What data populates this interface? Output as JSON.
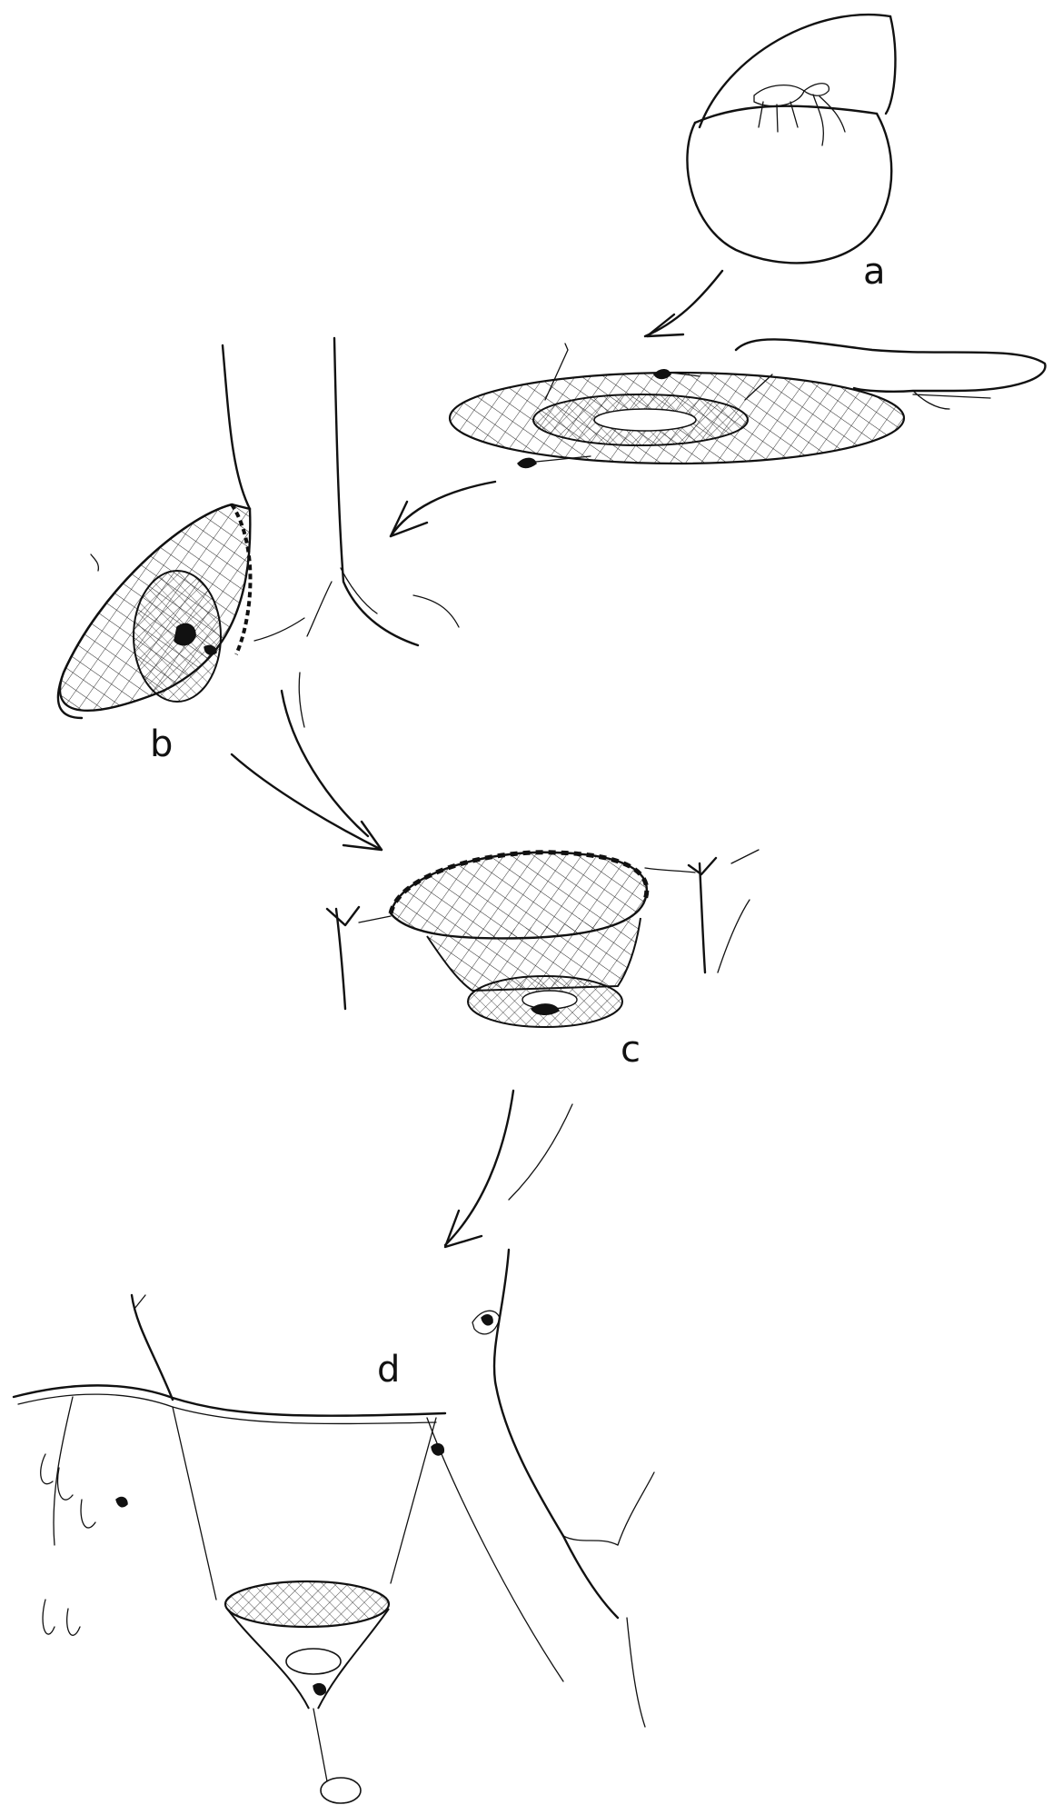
{
  "figure": {
    "panels": [
      {
        "id": "a",
        "label": "a",
        "depicts": "drawstring-bag"
      },
      {
        "id": "b",
        "label": "b",
        "depicts": "net-hoop-on-tree"
      },
      {
        "id": "c",
        "label": "c",
        "depicts": "net-on-stakes"
      },
      {
        "id": "d",
        "label": "d",
        "depicts": "hanging-net-between-trees"
      }
    ],
    "arrows": [
      "a-to-net",
      "net-to-b",
      "b-to-c",
      "c-to-d"
    ],
    "ink_color": "#111111",
    "background_color": "#ffffff"
  }
}
